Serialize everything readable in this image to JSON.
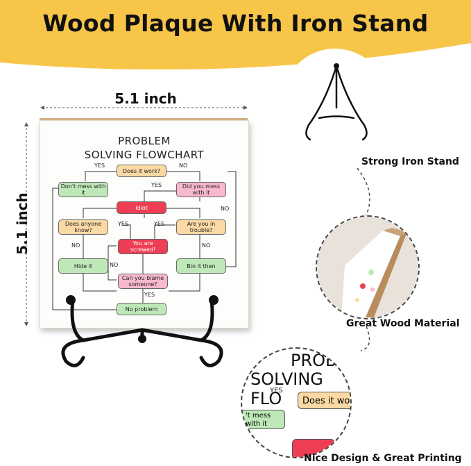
{
  "banner": {
    "title": "Wood Plaque With Iron Stand",
    "color": "#f7c548"
  },
  "dimensions": {
    "width": "5.1 inch",
    "height": "5.1 inch"
  },
  "flowchart": {
    "title_line1": "PROBLEM",
    "title_line2": "SOLVING FLOWCHART",
    "boxes": {
      "does_it_work": "Does it work?",
      "dont_mess": "Don't mess with it",
      "did_you_mess": "Did you mess with it",
      "idiot": "Idiot",
      "does_anyone_know": "Does anyone know?",
      "are_you_in_trouble": "Are you in trouble?",
      "you_are_screwed": "You are screwed!",
      "hide_it": "Hide it",
      "bin_it_then": "Bin it then",
      "can_you_blame": "Can you blame someone?",
      "no_problem": "No problem"
    },
    "labels": {
      "yes": "YES",
      "no": "NO"
    }
  },
  "features": {
    "stand": "Strong Iron Stand",
    "wood": "Great Wood Material",
    "design": "Nice Design & Great Printing"
  },
  "zoom": {
    "title_line1": "PROBLE",
    "title_line2": "SOLVING FLO",
    "yes": "YES",
    "does_it_work": "Does it wo",
    "dont_mess": "'t mess with it"
  }
}
